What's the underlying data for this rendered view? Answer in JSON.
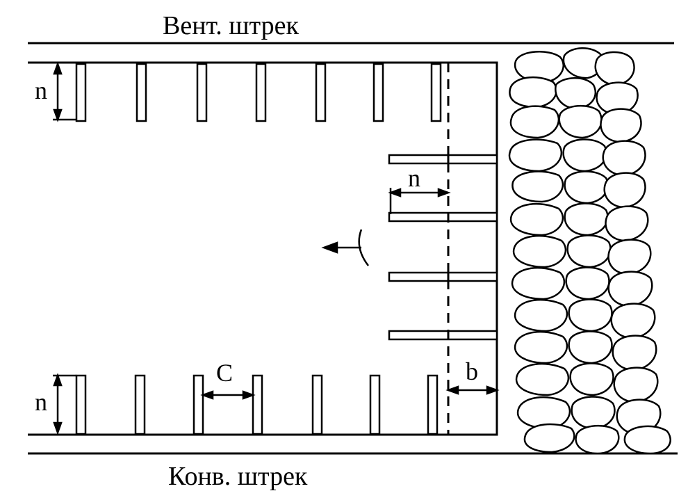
{
  "labels": {
    "top_drift": "Вент. штрек",
    "bottom_drift": "Конв. штрек",
    "prop_depth_top": "n",
    "prop_depth_bottom": "n",
    "prop_depth_middle": "n",
    "prop_spacing": "C",
    "face_distance": "b"
  },
  "colors": {
    "ink": "#000000",
    "paper": "#ffffff"
  }
}
